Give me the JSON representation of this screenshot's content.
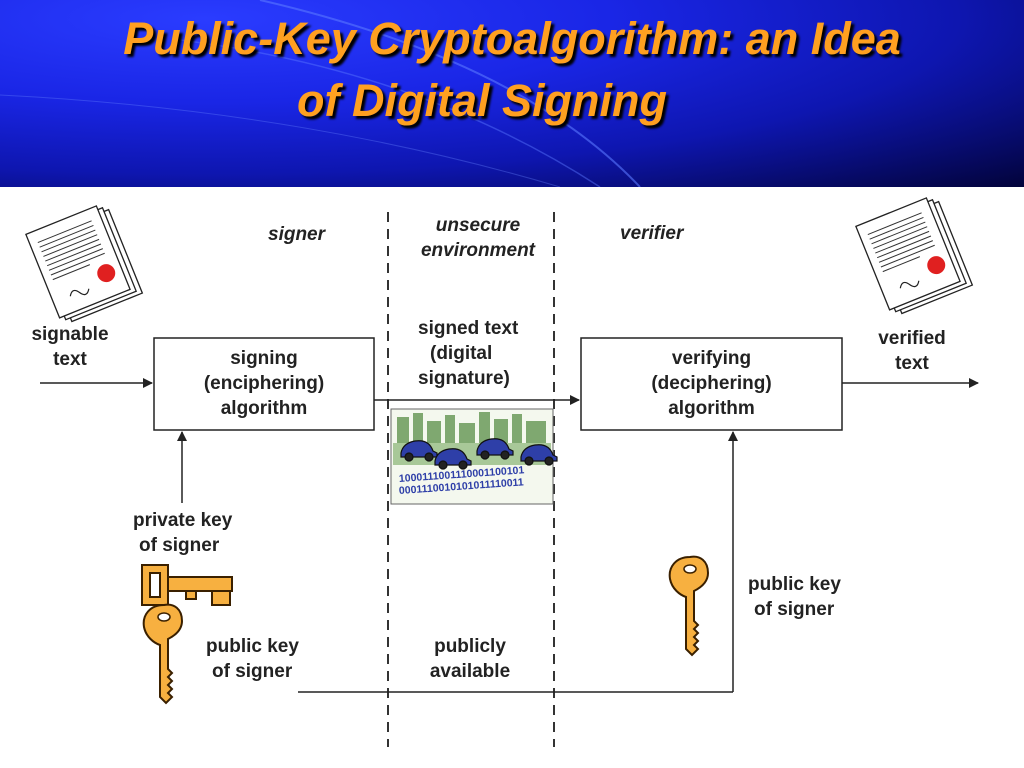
{
  "title": {
    "line1": "Public-Key Cryptoalgorithm: an Idea",
    "line2": "of Digital Signing"
  },
  "zones": {
    "signer": "signer",
    "unsecure_line1": "unsecure",
    "unsecure_line2": "environment",
    "verifier": "verifier"
  },
  "labels": {
    "signable_line1": "signable",
    "signable_line2": "text",
    "signing_line1": "signing",
    "signing_line2": "(enciphering)",
    "signing_line3": "algorithm",
    "signed_line1": "signed text",
    "signed_line2": "(digital",
    "signed_line3": "signature)",
    "verifying_line1": "verifying",
    "verifying_line2": "(deciphering)",
    "verifying_line3": "algorithm",
    "verified_line1": "verified",
    "verified_line2": "text",
    "private_key_line1": "private key",
    "private_key_line2": "of signer",
    "public_key_left_line1": "public key",
    "public_key_left_line2": "of signer",
    "publicly_line1": "publicly",
    "publicly_line2": "available",
    "public_key_right_line1": "public key",
    "public_key_right_line2": "of signer"
  },
  "binary": {
    "row1": "1000111001110001100101",
    "row2": "0001110010101011110011"
  },
  "colors": {
    "title": "#ffa020",
    "key_gold": "#f7b040",
    "key_outline": "#3a2000",
    "seal_red": "#e02020",
    "header_blue": "#1a26e6"
  }
}
